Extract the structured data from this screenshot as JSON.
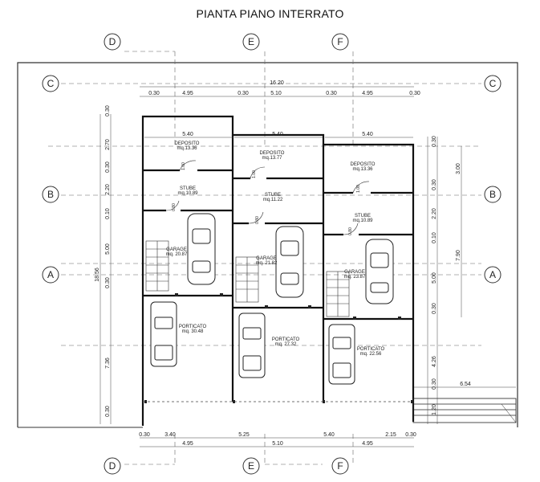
{
  "title": "PIANTA PIANO INTERRATO",
  "axes": {
    "top": [
      "D",
      "E",
      "F"
    ],
    "bottom": [
      "D",
      "E",
      "F"
    ],
    "left": [
      "C",
      "B",
      "A"
    ],
    "right": [
      "C",
      "B",
      "A"
    ]
  },
  "rooms": [
    {
      "name": "DEPOSITO",
      "area": "mq.13.36"
    },
    {
      "name": "STUBE",
      "area": "mq.10.89"
    },
    {
      "name": "GARAGE",
      "area": "mq. 20.87"
    },
    {
      "name": "PORTICATO",
      "area": "mq. 30.48"
    },
    {
      "name": "DEPOSITO",
      "area": "mq.13.77"
    },
    {
      "name": "STUBE",
      "area": "mq.11.22"
    },
    {
      "name": "GARAGE",
      "area": "mq. 21.82"
    },
    {
      "name": "PORTICATO",
      "area": "mq. 27.32"
    },
    {
      "name": "DEPOSITO",
      "area": "mq.13.36"
    },
    {
      "name": "STUBE",
      "area": "mq.10.89"
    },
    {
      "name": "GARAGE",
      "area": "mq. 23.87"
    },
    {
      "name": "PORTICATO",
      "area": "mq. 22.56"
    }
  ],
  "dimensions": {
    "top_total": "16.20",
    "top_row": [
      "0.30",
      "4.95",
      "0.30",
      "5.10",
      "0.30",
      "4.95",
      "0.30"
    ],
    "interior": [
      "5.40",
      "5.40",
      "5.40"
    ],
    "bottom_row1": [
      "0.30",
      "3.40",
      "5.25",
      "5.40",
      "2.15",
      "0.30"
    ],
    "bottom_row2": [
      "4.95",
      "5.10",
      "4.95"
    ],
    "left": [
      "0.30",
      "2.70",
      "0.30",
      "2.20",
      "0.10",
      "5.00",
      "0.30",
      "7.36",
      "0.30"
    ],
    "left_total": "18.56",
    "right": [
      "0.30",
      "3.00",
      "0.30",
      "2.20",
      "0.10",
      "5.00",
      "0.30",
      "4.26",
      "0.30"
    ],
    "right_total": "7.90",
    "ramp": "6.54",
    "ramp_side": "1.20",
    "doors": [
      "1.00",
      "0.80",
      "1.00",
      "0.80",
      "1.00",
      "0.80"
    ]
  }
}
